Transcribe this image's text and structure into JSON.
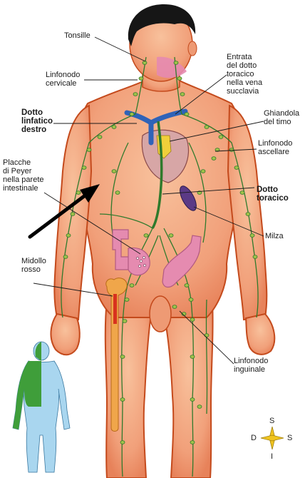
{
  "labels": {
    "tonsille": "Tonsille",
    "linfonodo_cervicale": "Linfonodo\ncervicale",
    "entrata": "Entrata\ndel dotto\ntoracico\nnella vena\nsucclavia",
    "dotto_linfatico_destro": "Dotto\nlinfatico\ndestro",
    "ghiandola_timo": "Ghiandola\ndel timo",
    "linfonodo_ascellare": "Linfonodo\nascellare",
    "placche_peyer": "Placche\ndi Peyer\nnella parete\nintestinale",
    "dotto_toracico": "Dotto\ntoracico",
    "milza": "Milza",
    "midollo_rosso": "Midollo\nrosso",
    "linfonodo_inguinale": "Linfonodo\ninguinale"
  },
  "compass": {
    "top": "S",
    "left": "D",
    "right": "S",
    "bottom": "I"
  },
  "colors": {
    "skin": "#f3a47c",
    "skin_outline": "#c44a1c",
    "lymph": "#2f7a2c",
    "node": "#9fc14a",
    "hair": "#161616",
    "vein_blue": "#2f63b8",
    "intestine": "#e58bb0",
    "spleen": "#5b3a86",
    "bone": "#f0a64a",
    "marrow": "#d8321e",
    "arrow": "#000000",
    "inset_body": "#a9d6ef",
    "inset_green": "#3f9e3a",
    "compass": "#f0c420"
  }
}
